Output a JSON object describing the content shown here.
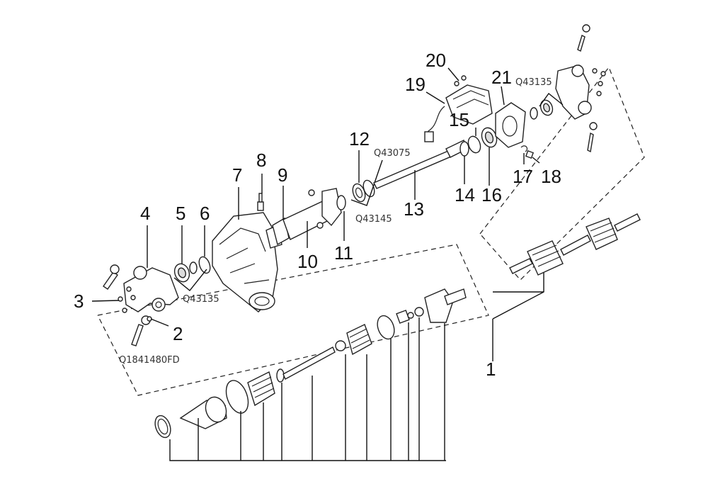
{
  "diagram": {
    "callouts": {
      "c1": "1",
      "c2": "2",
      "c3": "3",
      "c4": "4",
      "c5": "5",
      "c6": "6",
      "c7": "7",
      "c8": "8",
      "c9": "9",
      "c10": "10",
      "c11": "11",
      "c12": "12",
      "c13": "13",
      "c14": "14",
      "c15": "15",
      "c16": "16",
      "c17": "17",
      "c18": "18",
      "c19": "19",
      "c20": "20",
      "c21": "21"
    },
    "codes": {
      "q43135_left": "Q43135",
      "q43135_right": "Q43135",
      "q43075": "Q43075",
      "q43145": "Q43145",
      "q1841480fd": "Q1841480FD"
    }
  }
}
